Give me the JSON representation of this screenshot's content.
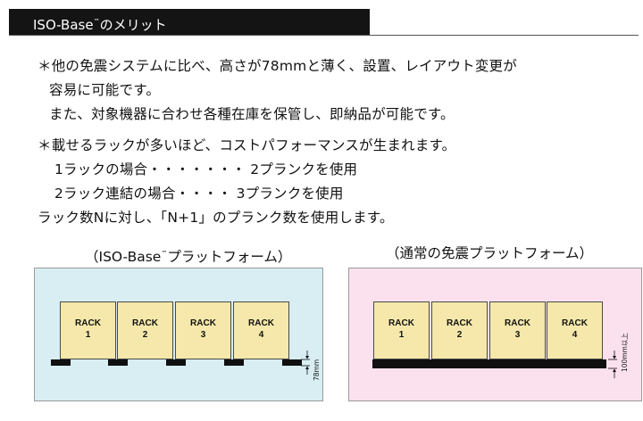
{
  "header": {
    "title_main": "ISO-Base",
    "title_tm": "™",
    "title_rest": "のメリット"
  },
  "body_lines": [
    "＊他の免震システムに比べ、高さが78mmと薄く、設置、レイアウト変更が",
    "容易に可能です。",
    "また、対象機器に合わせ各種在庫を保管し、即納品が可能です。",
    "＊載せるラックが多いほど、コストパフォーマンスが生まれます。",
    "1ラックの場合・・・・・・・ 2プランクを使用",
    "2ラック連結の場合・・・・ 3プランクを使用",
    "ラック数Nに対し、「N+1」のプランク数を使用します。"
  ],
  "captions": {
    "left_open": "（ISO-Base",
    "left_tm": "™",
    "left_rest": "プラットフォーム）",
    "right": "（通常の免震プラットフォーム）"
  },
  "left_panel": {
    "racks": [
      {
        "name": "RACK",
        "num": "1"
      },
      {
        "name": "RACK",
        "num": "2"
      },
      {
        "name": "RACK",
        "num": "3"
      },
      {
        "name": "RACK",
        "num": "4"
      }
    ],
    "height_label": "78mm"
  },
  "right_panel": {
    "racks": [
      {
        "name": "RACK",
        "num": "1"
      },
      {
        "name": "RACK",
        "num": "2"
      },
      {
        "name": "RACK",
        "num": "3"
      },
      {
        "name": "RACK",
        "num": "4"
      }
    ],
    "height_label": "100mm以上"
  },
  "colors": {
    "left_bg": "#d8eef3",
    "right_bg": "#fbe1ee",
    "rack_fill": "#f5e8aa",
    "header_bg": "#141414"
  }
}
